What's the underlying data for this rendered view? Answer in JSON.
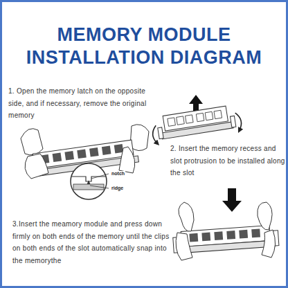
{
  "diagram": {
    "title": "MEMORY MODULE INSTALLATION DIAGRAM",
    "labels": [
      "1. Open the memory latch on the opposite side, and if necessary, remove the original memory",
      "notch",
      "ridge",
      "2. Insert the memory recess and slot protrusion to be installed along the slot",
      "3.Insert the meamory module and press down firmly on both ends of the memory until the clips on both ends of the slot automatically snap into the memorythe"
    ]
  }
}
